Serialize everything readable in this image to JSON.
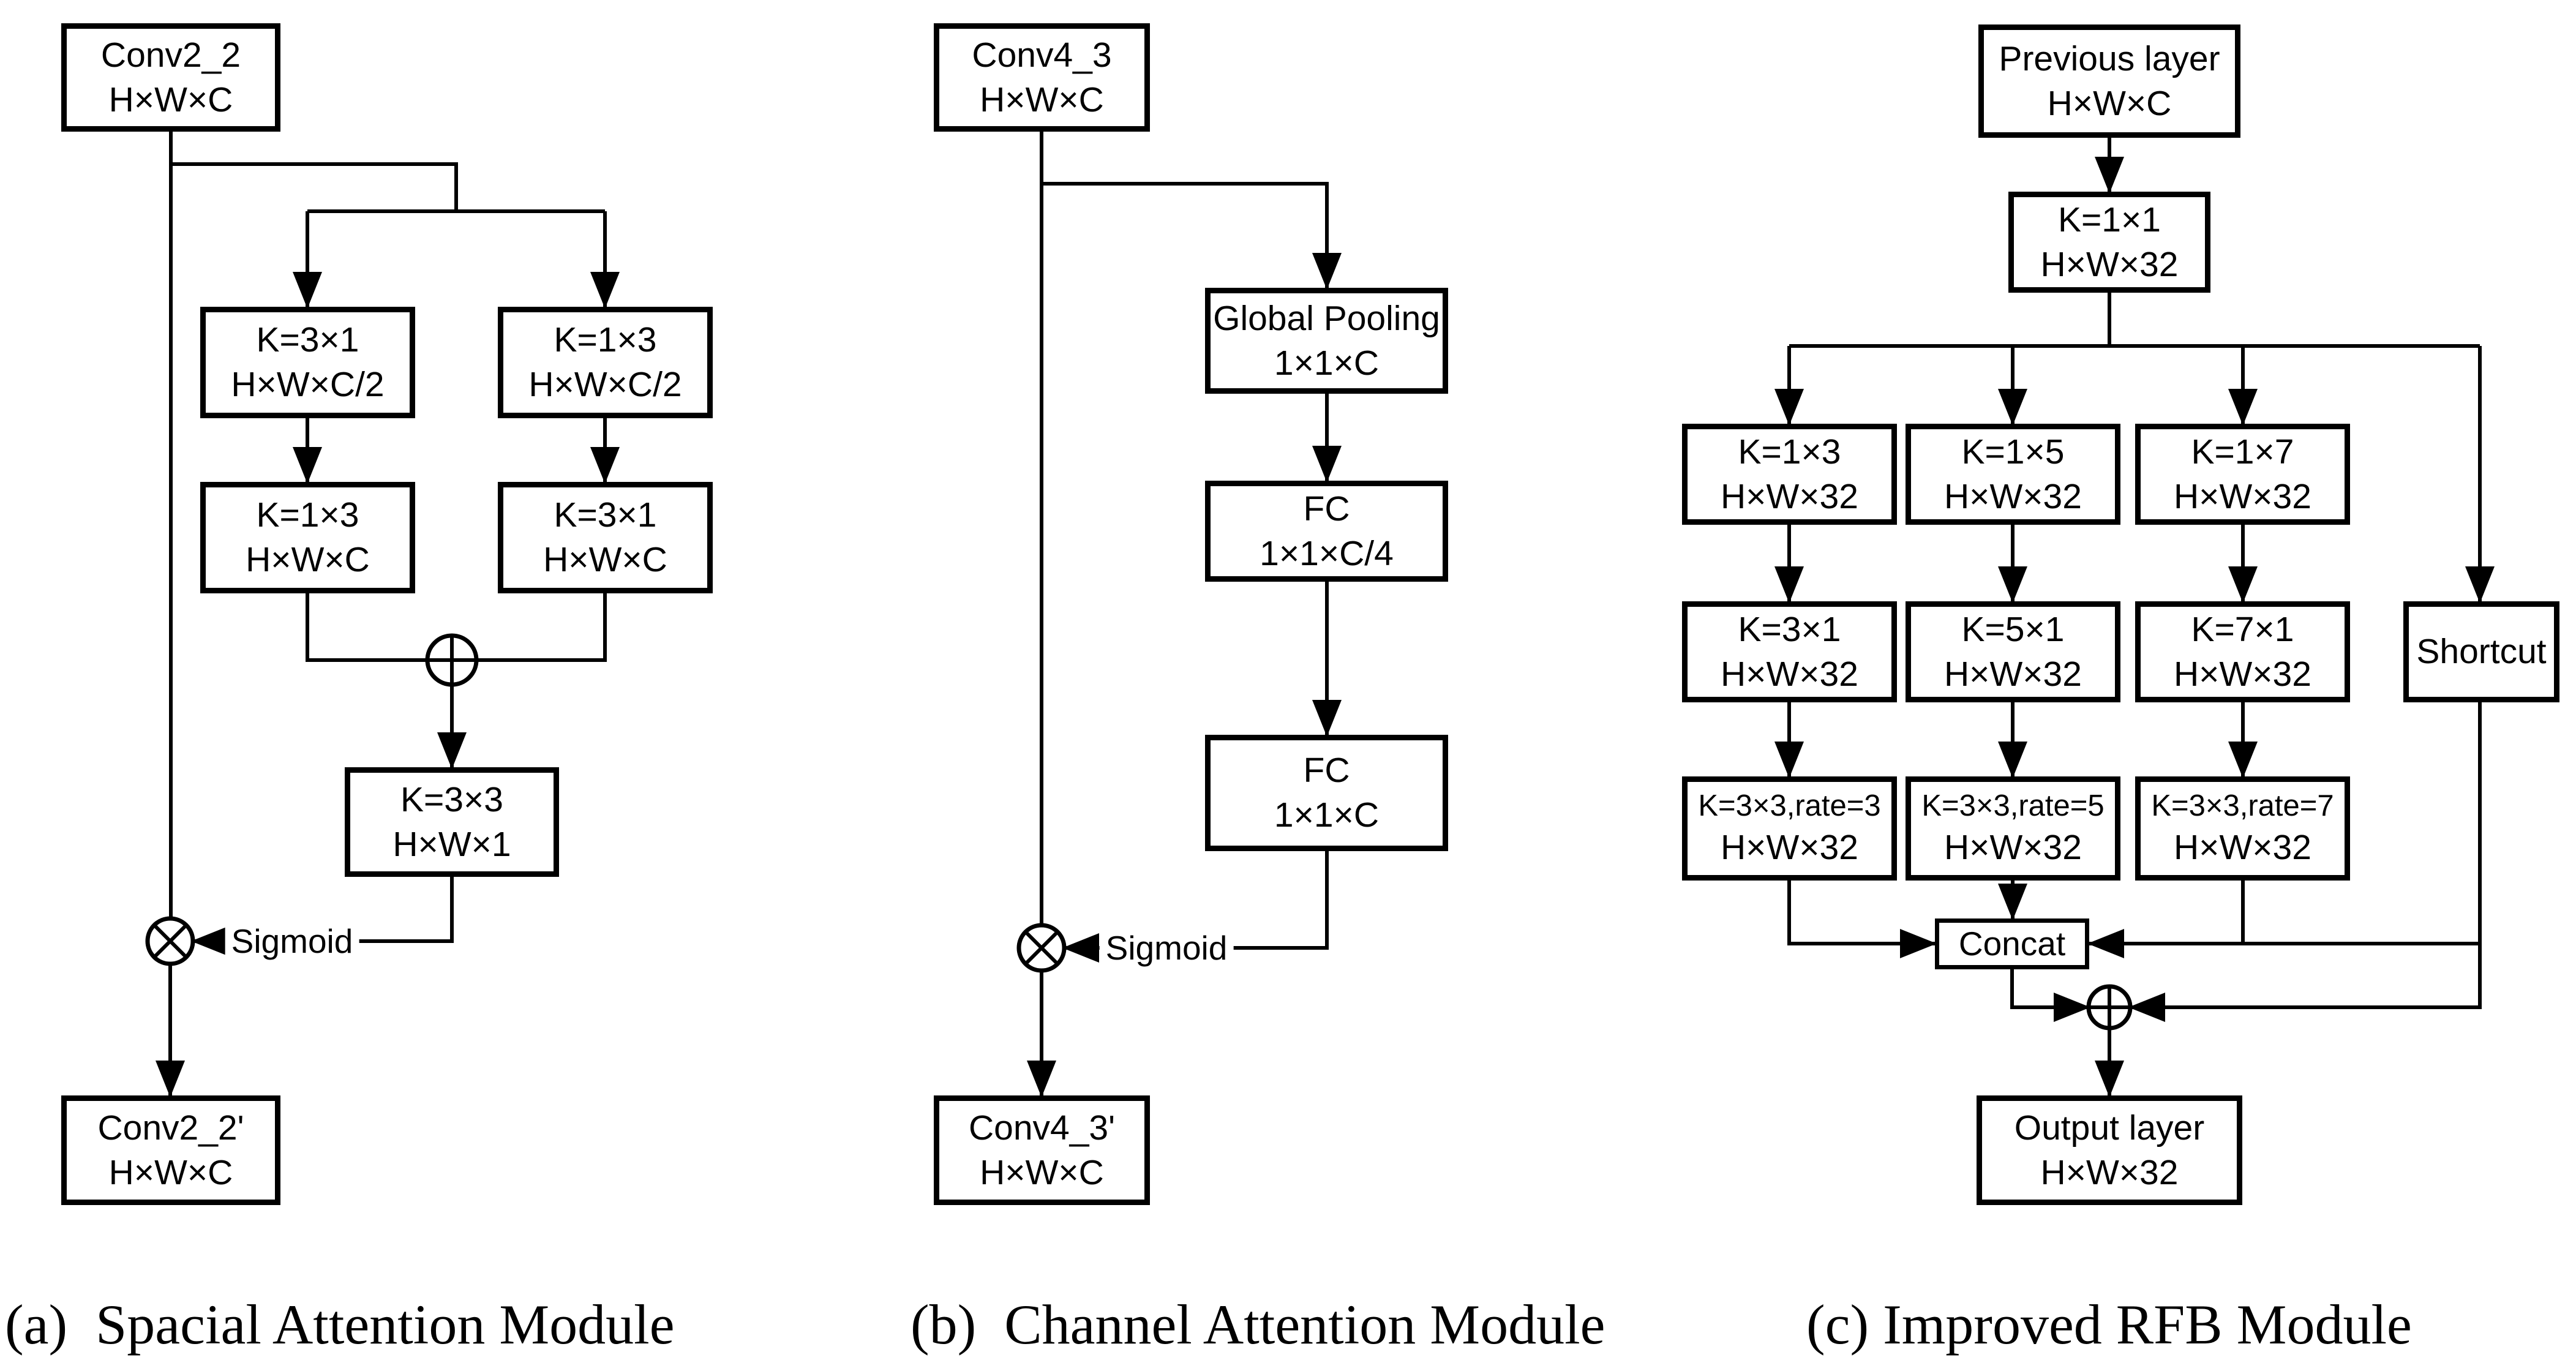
{
  "diagram_a": {
    "caption": "(a)  Spacial Attention Module",
    "sigmoid_label": "Sigmoid",
    "nodes": {
      "input": {
        "line1": "Conv2_2",
        "line2": "H×W×C"
      },
      "k3x1_c2": {
        "line1": "K=3×1",
        "line2": "H×W×C/2"
      },
      "k1x3_c2": {
        "line1": "K=1×3",
        "line2": "H×W×C/2"
      },
      "k1x3_c": {
        "line1": "K=1×3",
        "line2": "H×W×C"
      },
      "k3x1_c": {
        "line1": "K=3×1",
        "line2": "H×W×C"
      },
      "k3x3": {
        "line1": "K=3×3",
        "line2": "H×W×1"
      },
      "output": {
        "line1": "Conv2_2'",
        "line2": "H×W×C"
      }
    }
  },
  "diagram_b": {
    "caption": "(b)  Channel Attention Module",
    "sigmoid_label": "Sigmoid",
    "nodes": {
      "input": {
        "line1": "Conv4_3",
        "line2": "H×W×C"
      },
      "global_pooling": {
        "line1": "Global Pooling",
        "line2": "1×1×C"
      },
      "fc1": {
        "line1": "FC",
        "line2": "1×1×C/4"
      },
      "fc2": {
        "line1": "FC",
        "line2": "1×1×C"
      },
      "output": {
        "line1": "Conv4_3'",
        "line2": "H×W×C"
      }
    }
  },
  "diagram_c": {
    "caption": "(c) Improved RFB Module",
    "nodes": {
      "input": {
        "line1": "Previous layer",
        "line2": "H×W×C"
      },
      "k1x1": {
        "line1": "K=1×1",
        "line2": "H×W×32"
      },
      "k1x3": {
        "line1": "K=1×3",
        "line2": "H×W×32"
      },
      "k1x5": {
        "line1": "K=1×5",
        "line2": "H×W×32"
      },
      "k1x7": {
        "line1": "K=1×7",
        "line2": "H×W×32"
      },
      "k3x1": {
        "line1": "K=3×1",
        "line2": "H×W×32"
      },
      "k5x1": {
        "line1": "K=5×1",
        "line2": "H×W×32"
      },
      "k7x1": {
        "line1": "K=7×1",
        "line2": "H×W×32"
      },
      "rate3": {
        "line1": "K=3×3,rate=3",
        "line2": "H×W×32"
      },
      "rate5": {
        "line1": "K=3×3,rate=5",
        "line2": "H×W×32"
      },
      "rate7": {
        "line1": "K=3×3,rate=7",
        "line2": "H×W×32"
      },
      "shortcut": {
        "line1": "Shortcut"
      },
      "concat": {
        "line1": "Concat"
      },
      "output": {
        "line1": "Output layer",
        "line2": "H×W×32"
      }
    }
  }
}
